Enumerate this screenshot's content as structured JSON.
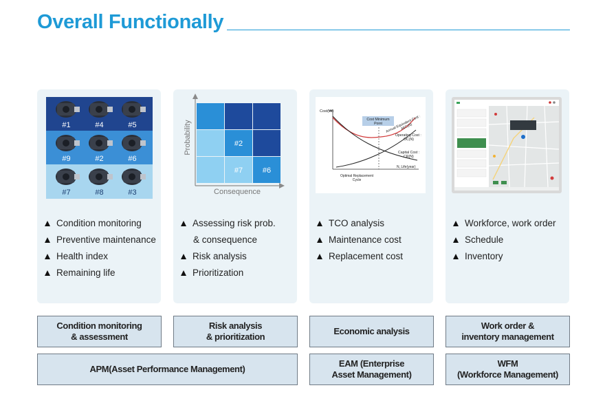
{
  "header": {
    "title": "Overall Functionally"
  },
  "cards": [
    {
      "motors": {
        "rows": [
          {
            "labels": [
              "#1",
              "#4",
              "#5"
            ],
            "color": "#20458f"
          },
          {
            "labels": [
              "#9",
              "#2",
              "#6"
            ],
            "color": "#3b8fd6"
          },
          {
            "labels": [
              "#7",
              "#8",
              "#3"
            ],
            "color": "#a8d6ef"
          }
        ]
      },
      "bullets": [
        "Condition monitoring",
        "Preventive maintenance",
        "Health index",
        "Remaining life"
      ]
    },
    {
      "risk_matrix": {
        "ylabel": "Probability",
        "xlabel": "Consequence",
        "cells": [
          "#2",
          "#7",
          "#6"
        ]
      },
      "bullets": [
        "Assessing risk prob.",
        "& consequence",
        "Risk analysis",
        "Prioritization"
      ]
    },
    {
      "tco_chart": {
        "ylabel": "Cost(₩)",
        "xlabel": "N, Life(year)",
        "cost_min_label_1": "Cost Minimum",
        "cost_min_label_2": "Point",
        "curve_annual_1": "Annual Equivalent Cost :",
        "curve_annual_2": "AEC(N)",
        "curve_operating_1": "Operating Cost :",
        "curve_operating_2": "OC(N)",
        "curve_capital_1": "Capital Cost :",
        "curve_capital_2": "CR(N)",
        "optimal_1": "Optimal Replacement",
        "optimal_2": "Cycle"
      },
      "bullets": [
        "TCO analysis",
        "Maintenance cost",
        "Replacement cost"
      ]
    },
    {
      "bullets": [
        "Workforce, work order",
        "Schedule",
        "Inventory"
      ]
    }
  ],
  "labels": {
    "condition": [
      "Condition monitoring",
      "& assessment"
    ],
    "risk": [
      "Risk analysis",
      "& prioritization"
    ],
    "economic": "Economic analysis",
    "workorder": [
      "Work order &",
      "inventory management"
    ],
    "apm": "APM(Asset Performance Management)",
    "eam": [
      "EAM (Enterprise",
      "Asset Management)"
    ],
    "wfm": [
      "WFM",
      "(Workforce Management)"
    ]
  }
}
